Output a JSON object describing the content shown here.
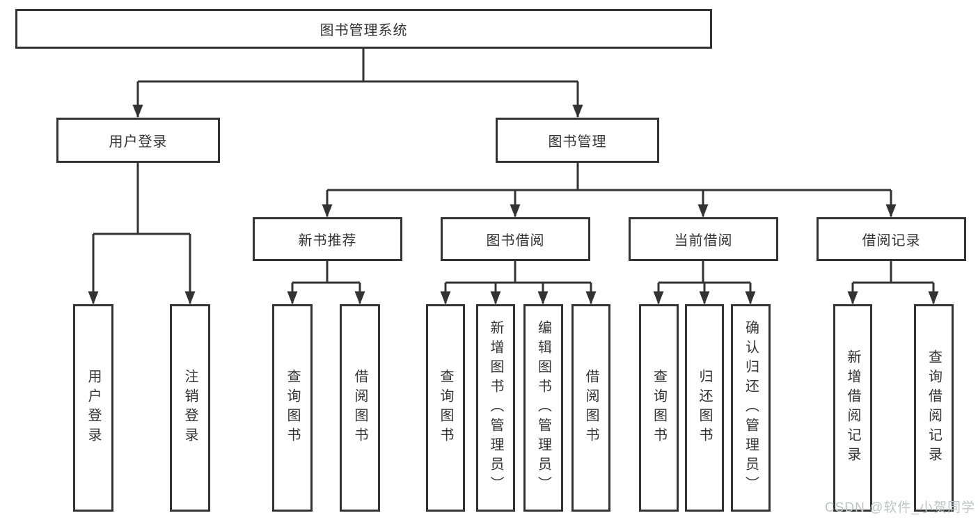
{
  "tree": {
    "label": "图书管理系统",
    "children": [
      {
        "label": "用户登录",
        "children": [
          {
            "label": "用户登录"
          },
          {
            "label": "注销登录"
          }
        ]
      },
      {
        "label": "图书管理",
        "children": [
          {
            "label": "新书推荐",
            "children": [
              {
                "label": "查询图书"
              },
              {
                "label": "借阅图书"
              }
            ]
          },
          {
            "label": "图书借阅",
            "children": [
              {
                "label": "查询图书"
              },
              {
                "label": "新增图书（管理员）"
              },
              {
                "label": "编辑图书（管理员）"
              },
              {
                "label": "借阅图书"
              }
            ]
          },
          {
            "label": "当前借阅",
            "children": [
              {
                "label": "查询图书"
              },
              {
                "label": "归还图书"
              },
              {
                "label": "确认归还（管理员）"
              }
            ]
          },
          {
            "label": "借阅记录",
            "children": [
              {
                "label": "新增借阅记录"
              },
              {
                "label": "查询借阅记录"
              }
            ]
          }
        ]
      }
    ]
  },
  "watermark": {
    "text": "CSDN @软件_小贺同学"
  },
  "colors": {
    "line": "#333333",
    "box_border": "#333333",
    "text": "#333333",
    "watermark": "#bfc2c7"
  }
}
